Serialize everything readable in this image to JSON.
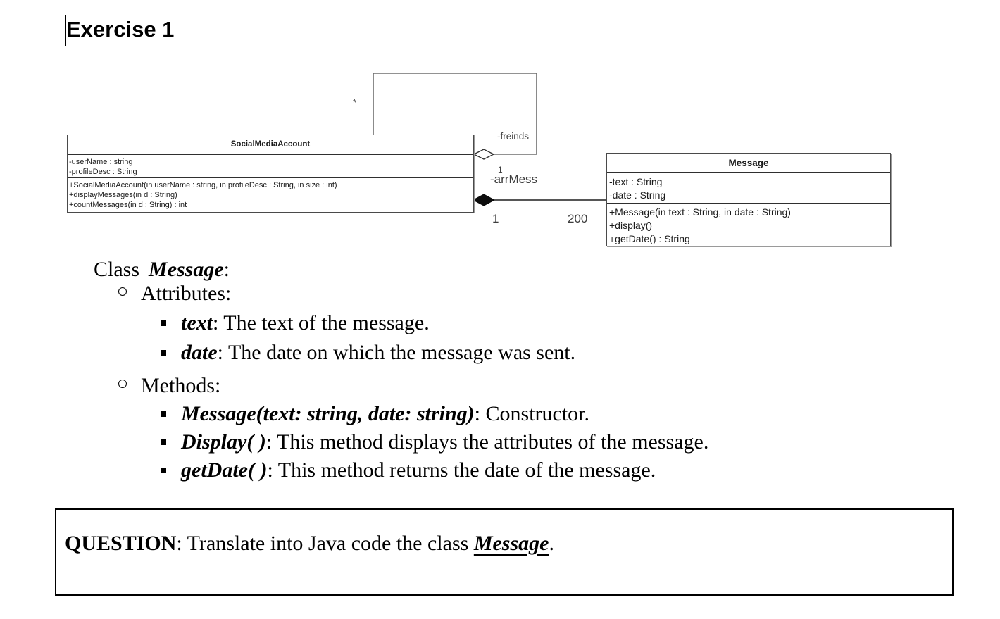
{
  "header": {
    "title": "Exercise 1"
  },
  "colors": {
    "text": "#000000",
    "box_border": "#4a4a4a",
    "divider": "#2f2f2f",
    "connector_line": "#6e6e6e",
    "background": "#ffffff"
  },
  "diagram": {
    "account_class": {
      "title": "SocialMediaAccount",
      "attributes": [
        "-userName : string",
        "-profileDesc : String"
      ],
      "methods": [
        "+SocialMediaAccount(in userName : string, in profileDesc : String, in size : int)",
        "+displayMessages(in d : String)",
        "+countMessages(in d : String) : int"
      ]
    },
    "message_class": {
      "title": "Message",
      "attributes": [
        "-text : String",
        "-date : String"
      ],
      "methods": [
        "+Message(in text : String, in date : String)",
        "+display()",
        "+getDate() : String"
      ]
    },
    "labels": {
      "friends_multiplicity": "*",
      "friends_role": "-freinds",
      "arrmess_multiplicity": "1",
      "arrmess_role": "-arrMess",
      "account_end_multiplicity": "1",
      "message_end_multiplicity": "200"
    }
  },
  "body": {
    "class_heading": {
      "prefix": "Class",
      "name": "Message",
      "suffix": ":"
    },
    "attributes_label": "Attributes:",
    "methods_label": "Methods:",
    "attribute_items": [
      {
        "lead": "text",
        "rest": ": The text of the message."
      },
      {
        "lead": "date",
        "rest": ": The date on which the message was sent."
      }
    ],
    "method_items": [
      {
        "lead": "Message(text: string, date: string)",
        "rest": ": Constructor."
      },
      {
        "lead": "Display( )",
        "rest": ": This method displays the attributes of the message."
      },
      {
        "lead": "getDate( )",
        "rest": ": This method returns the date of the message."
      }
    ]
  },
  "question": {
    "label": "QUESTION",
    "text": ": Translate into Java code the class ",
    "class_name": "Message",
    "suffix": "."
  }
}
